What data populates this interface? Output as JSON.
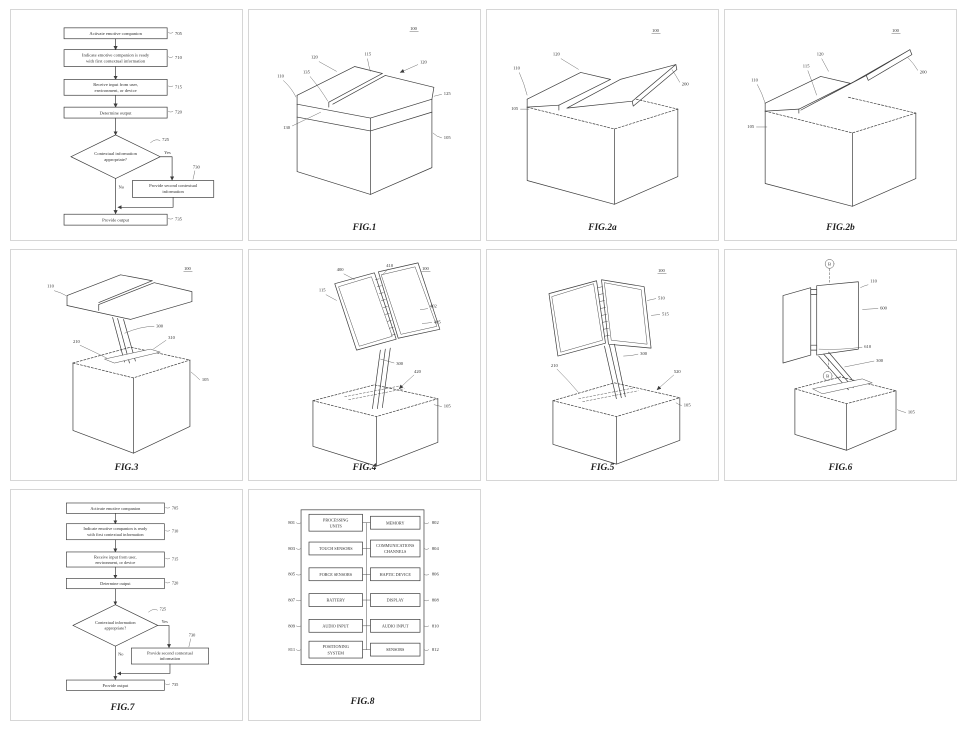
{
  "app": {
    "background": "#ffffff",
    "panel_border": "#d6d6d6",
    "line_color": "#3c3c3c"
  },
  "flowchart": {
    "s1": "Activate emotive companion",
    "r1": "705",
    "s2a": "Indicate emotive companion is ready",
    "s2b": "with first contextual information",
    "r2": "710",
    "s3a": "Receive input from user,",
    "s3b": "environment, or device",
    "r3": "715",
    "s4": "Determine output",
    "r4": "720",
    "d1a": "Contextual information",
    "d1b": "appropriate?",
    "r5": "725",
    "yes": "Yes",
    "no": "No",
    "s5a": "Provide second contextual",
    "s5b": "information",
    "r6": "730",
    "s6": "Provide output",
    "r7": "735"
  },
  "figures": {
    "fig1": {
      "caption": "FIG.1",
      "refs": {
        "page": "100",
        "a": "120",
        "b": "115",
        "c": "120",
        "d": "110",
        "e": "135",
        "f": "130",
        "g": "125",
        "h": "105"
      }
    },
    "fig2a": {
      "caption": "FIG.2a",
      "refs": {
        "page": "100",
        "a": "120",
        "b": "110",
        "c": "105",
        "d": "200"
      }
    },
    "fig2b": {
      "caption": "FIG.2b",
      "refs": {
        "page": "100",
        "a": "120",
        "b": "115",
        "c": "110",
        "d": "105",
        "e": "200"
      }
    },
    "fig3": {
      "caption": "FIG.3",
      "refs": {
        "page": "100",
        "a": "110",
        "b": "300",
        "c": "310",
        "d": "210",
        "e": "105"
      }
    },
    "fig4": {
      "caption": "FIG.4",
      "refs": {
        "page": "100",
        "a": "400",
        "b": "410",
        "c": "115",
        "d": "402",
        "e": "405",
        "f": "300",
        "g": "420",
        "h": "105"
      }
    },
    "fig5": {
      "caption": "FIG.5",
      "refs": {
        "page": "100",
        "a": "510",
        "b": "515",
        "c": "300",
        "d": "520",
        "e": "210",
        "f": "105"
      }
    },
    "fig6": {
      "caption": "FIG.6",
      "refs": {
        "axis": "B",
        "a": "110",
        "b": "600",
        "c": "610",
        "d": "300",
        "e": "105"
      }
    },
    "fig7": {
      "caption": "FIG.7"
    },
    "fig8": {
      "caption": "FIG.8",
      "left": [
        {
          "ref": "801",
          "l1": "PROCESSING",
          "l2": "UNITS"
        },
        {
          "ref": "803",
          "l1": "TOUCH SENSORS"
        },
        {
          "ref": "805",
          "l1": "FORCE SENSORS"
        },
        {
          "ref": "807",
          "l1": "BATTERY"
        },
        {
          "ref": "809",
          "l1": "AUDIO INPUT"
        },
        {
          "ref": "811",
          "l1": "POSITIONING",
          "l2": "SYSTEM"
        }
      ],
      "right": [
        {
          "ref": "802",
          "l1": "MEMORY"
        },
        {
          "ref": "804",
          "l1": "COMMUNICATIONS",
          "l2": "CHANNELS"
        },
        {
          "ref": "806",
          "l1": "HAPTIC DEVICE"
        },
        {
          "ref": "808",
          "l1": "DISPLAY"
        },
        {
          "ref": "810",
          "l1": "AUDIO INPUT"
        },
        {
          "ref": "812",
          "l1": "SENSORS"
        }
      ]
    }
  }
}
